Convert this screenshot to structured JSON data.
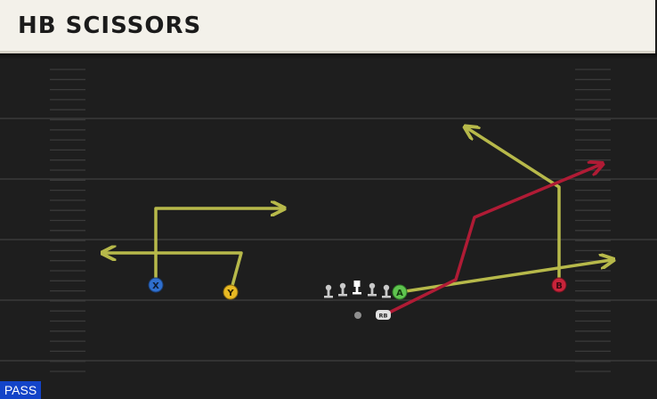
{
  "play": {
    "title": "HB SCISSORS",
    "play_type": "PASS"
  },
  "players": {
    "x": "X",
    "y": "Y",
    "a": "A",
    "b": "B",
    "rb": "RB"
  },
  "colors": {
    "route_default": "#b7b94a",
    "route_primary": "#b01b35",
    "receiver_x": "#2f6fce",
    "receiver_y": "#e8b923",
    "receiver_a": "#5fc44f",
    "receiver_b": "#c8243a",
    "pass_badge": "#1344c8"
  }
}
